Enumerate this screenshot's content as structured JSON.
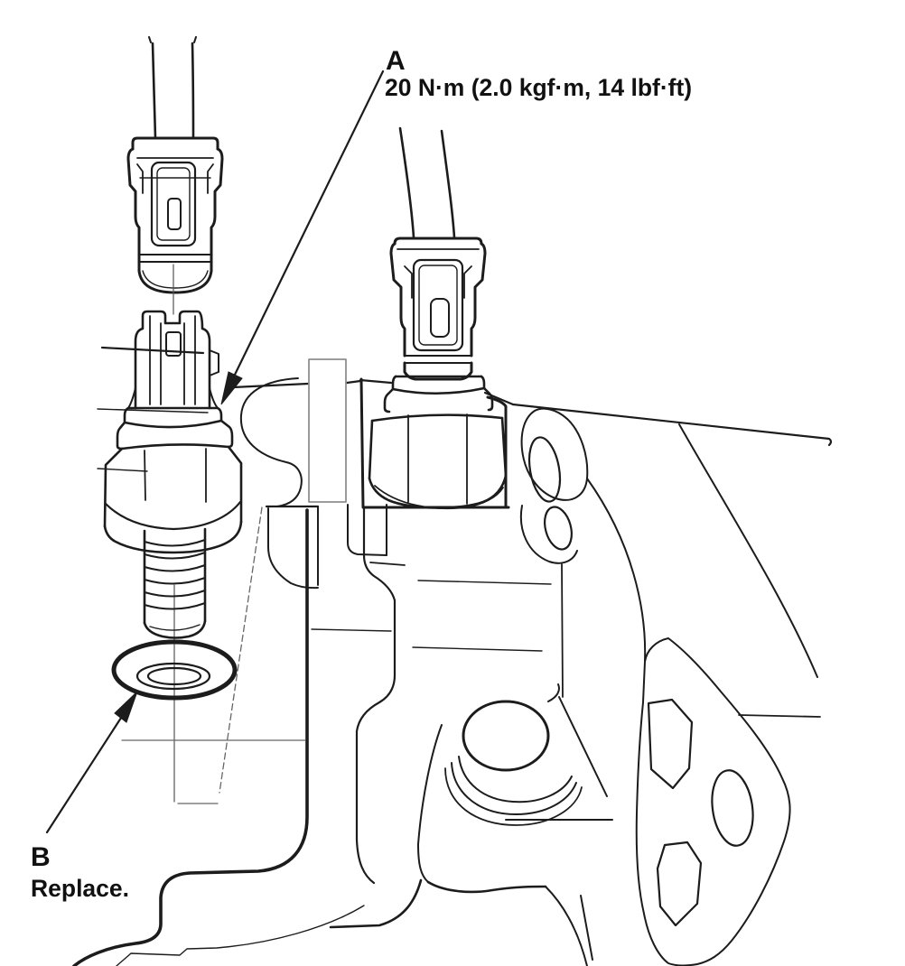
{
  "figure": {
    "background": "#ffffff",
    "ink": "#1c1c1c",
    "callouts": {
      "a": {
        "letter": "A",
        "note": "20 N·m (2.0 kgf·m, 14 lbf·ft)"
      },
      "b": {
        "letter": "B",
        "note": "Replace."
      }
    }
  }
}
